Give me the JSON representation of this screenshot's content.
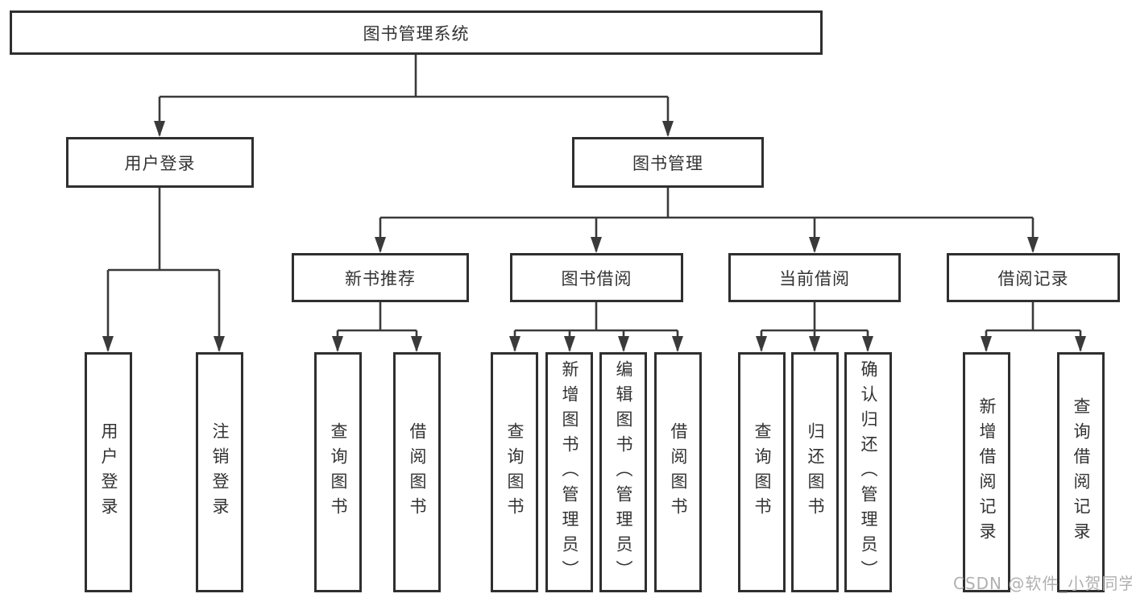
{
  "diagram": {
    "root": {
      "label": "图书管理系统"
    },
    "children": [
      {
        "label": "用户登录",
        "children": [
          {
            "label": "用户登录"
          },
          {
            "label": "注销登录"
          }
        ]
      },
      {
        "label": "图书管理",
        "children": [
          {
            "label": "新书推荐",
            "children": [
              {
                "label": "查询图书"
              },
              {
                "label": "借阅图书"
              }
            ]
          },
          {
            "label": "图书借阅",
            "children": [
              {
                "label": "查询图书"
              },
              {
                "label": "新增图书（管理员）"
              },
              {
                "label": "编辑图书（管理员）"
              },
              {
                "label": "借阅图书"
              }
            ]
          },
          {
            "label": "当前借阅",
            "children": [
              {
                "label": "查询图书"
              },
              {
                "label": "归还图书"
              },
              {
                "label": "确认归还（管理员）"
              }
            ]
          },
          {
            "label": "借阅记录",
            "children": [
              {
                "label": "新增借阅记录"
              },
              {
                "label": "查询借阅记录"
              }
            ]
          }
        ]
      }
    ]
  },
  "watermark": {
    "text": "CSDN @软件_小贺同学"
  },
  "colors": {
    "line": "#3a3a3a",
    "border": "#2f2f2f",
    "text": "#333333",
    "watermark": "#b0b0b0",
    "background": "#ffffff"
  }
}
